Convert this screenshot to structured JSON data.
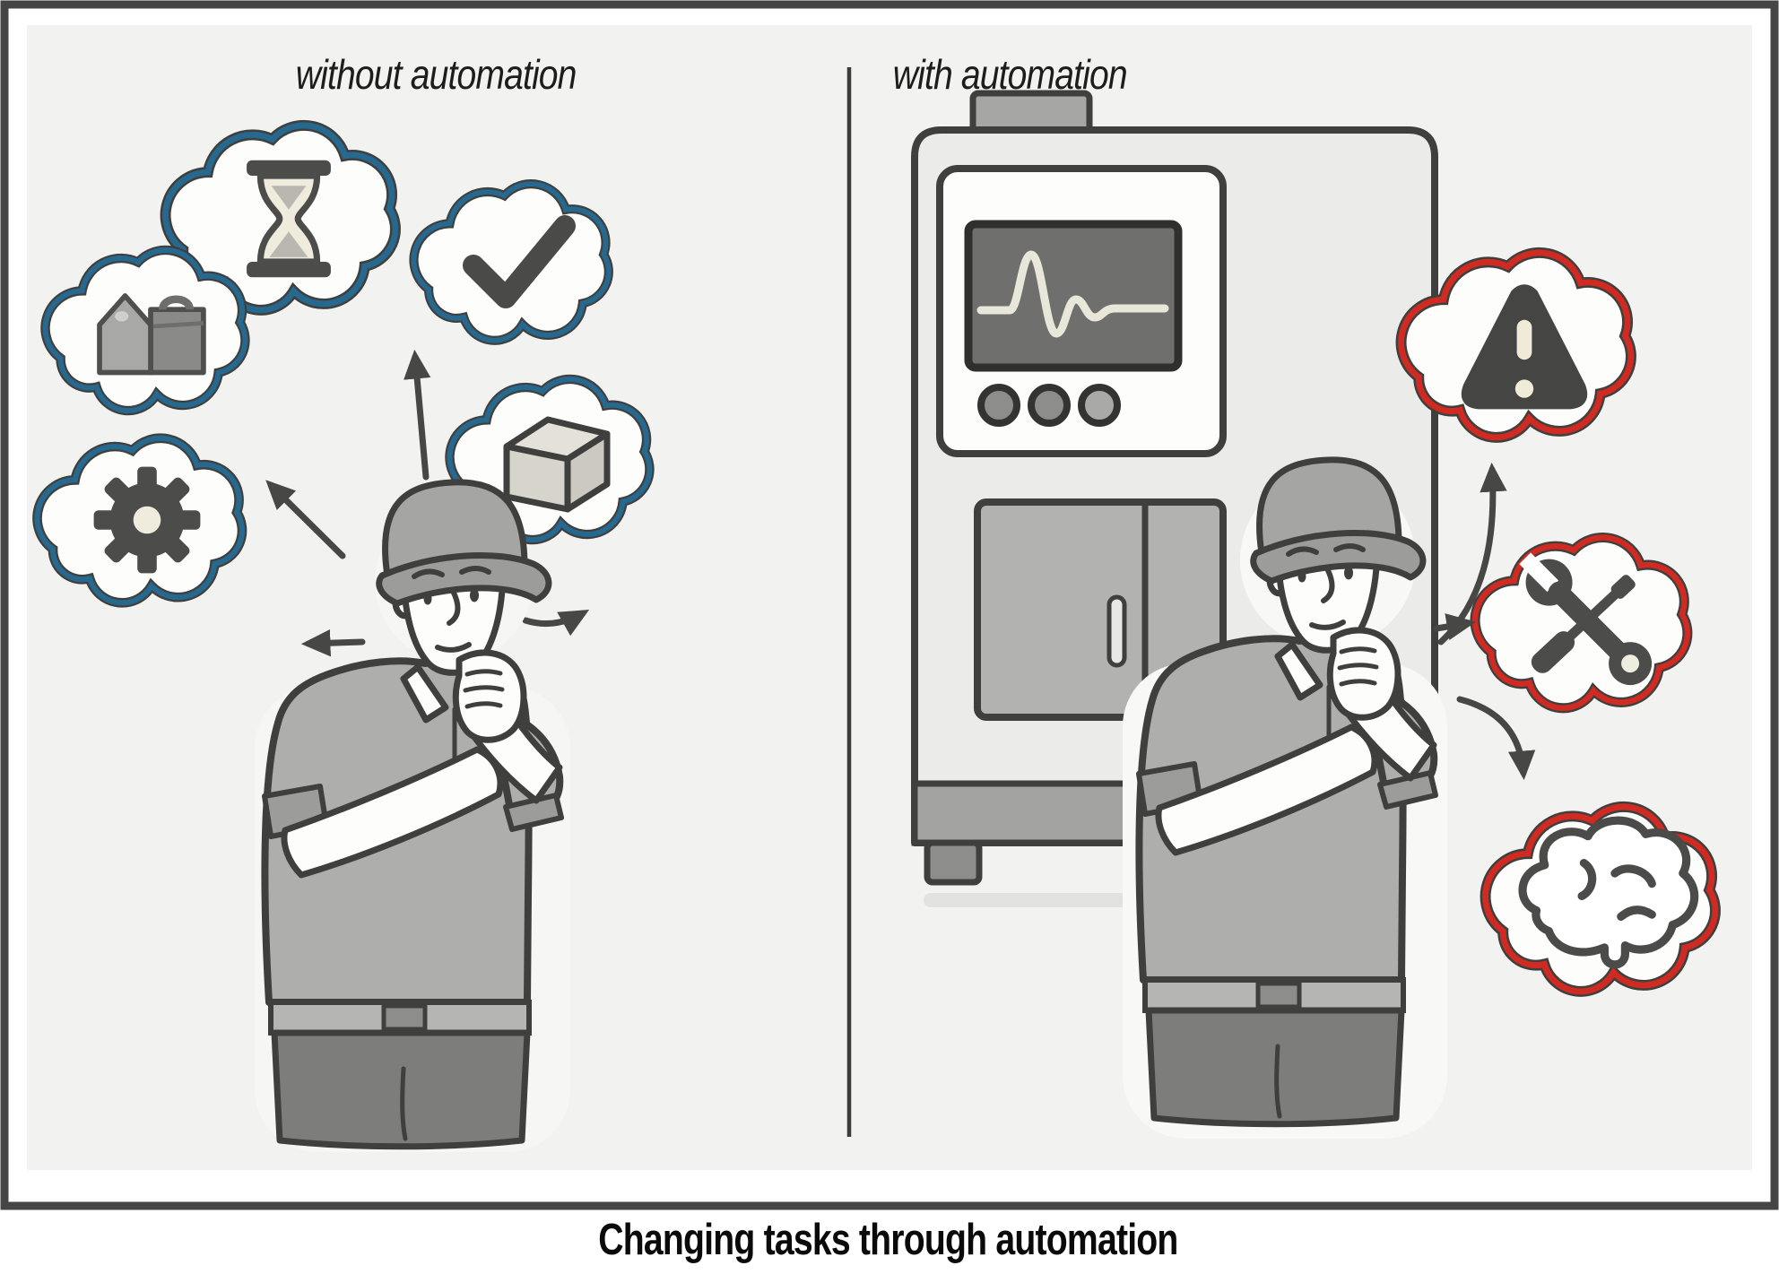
{
  "header": {
    "left_title": "without automation",
    "right_title": "with automation"
  },
  "caption": "Changing tasks through automation",
  "left_scene": {
    "label": "without automation",
    "figure": "worker in cap thinking with hand on chin",
    "thought_cloud_icons": [
      "hourglass-icon",
      "toolbox-icon",
      "gear-icon",
      "checkmark-icon",
      "box-icon"
    ],
    "cloud_outline_color": "#27688f"
  },
  "right_scene": {
    "label": "with automation",
    "figure": "worker in cap thinking with hand on chin",
    "machine": {
      "display": "waveform-screen",
      "buttons": 3,
      "doors": 2,
      "top_vent": 1
    },
    "thought_cloud_icons": [
      "warning-icon",
      "wrench-screwdriver-icon",
      "brain-icon"
    ],
    "cloud_outline_color": "#d02b23"
  },
  "colors": {
    "frame": "#454545",
    "panel_bg": "#f2f2f0",
    "divider": "#3c3c3c",
    "ink": "#3f3f3d",
    "icon_gray": "#4c4c4a",
    "cloud_blue": "#27688f",
    "cloud_red": "#d02b23",
    "white": "#fdfdfb",
    "cream": "#f0ecdd",
    "shirt_gray": "#aeaeac",
    "cap_gray": "#a5a5a3",
    "pants_gray": "#7d7d7b",
    "belt_gray": "#b5b5b3",
    "mid_gray": "#9c9c9a",
    "machine_body": "#ebebe9",
    "machine_screen": "#6f6f6d",
    "machine_door": "#b2b2b0",
    "machine_base": "#a3a3a1",
    "wave": "#e9e7da",
    "title_ink": "#1d1d1b"
  }
}
